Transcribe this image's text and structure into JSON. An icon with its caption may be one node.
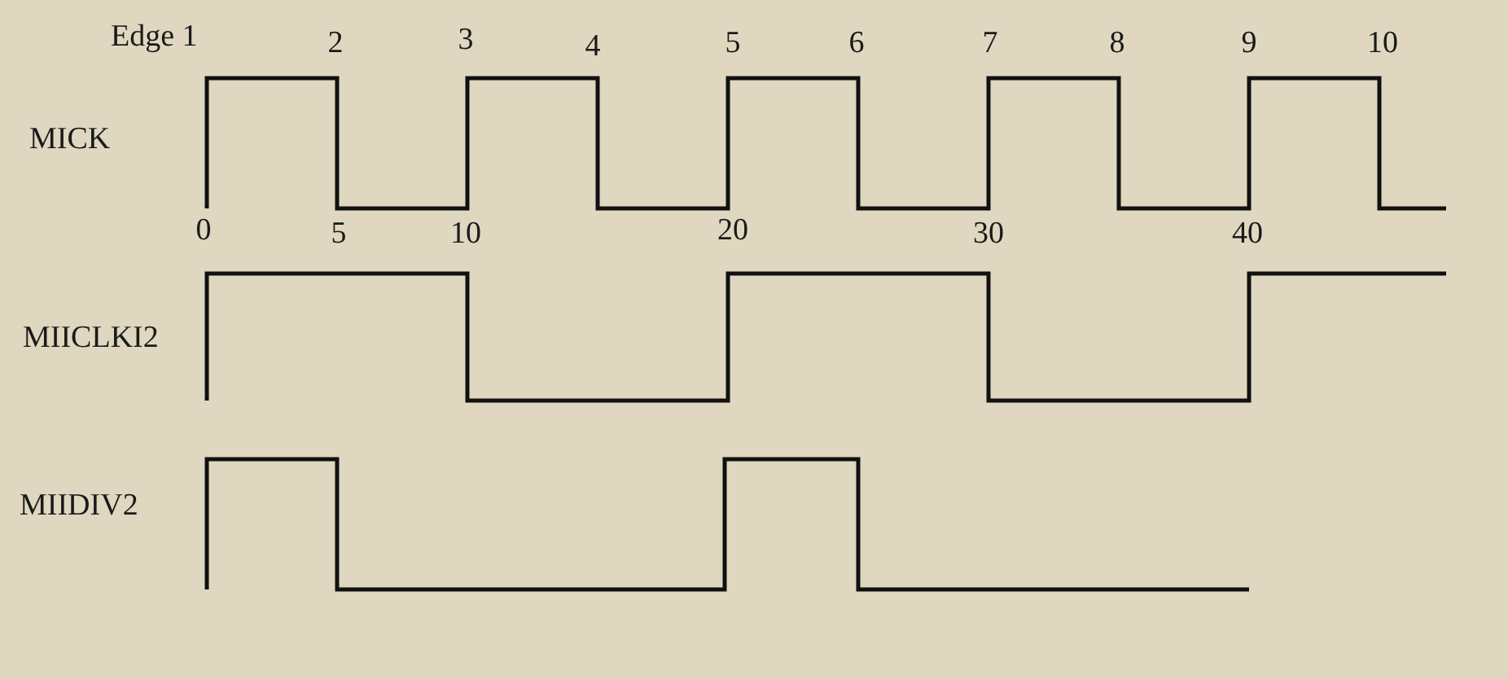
{
  "diagram": {
    "labels": [
      "Edge 1",
      "2",
      "3",
      "4",
      "5",
      "6",
      "7",
      "8",
      "9",
      "10",
      "MICK",
      "0",
      "5",
      "10",
      "20",
      "30",
      "40",
      "MIICLKI2",
      "MIIDIV2"
    ]
  }
}
